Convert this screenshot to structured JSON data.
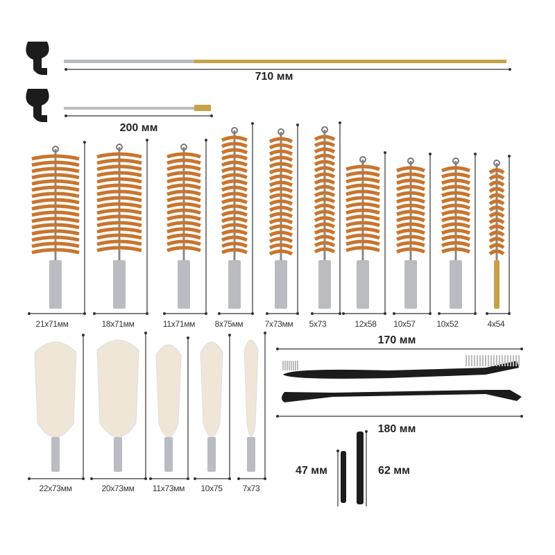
{
  "rods": [
    {
      "label": "710 мм"
    },
    {
      "label": "200 мм"
    }
  ],
  "bronze_brushes": [
    {
      "label": "21x71мм"
    },
    {
      "label": "18x71мм"
    },
    {
      "label": "11x71мм"
    },
    {
      "label": "8x75мм"
    },
    {
      "label": "7x73мм"
    },
    {
      "label": "5x73"
    },
    {
      "label": "12x58"
    },
    {
      "label": "10x57"
    },
    {
      "label": "10x52"
    },
    {
      "label": "4x54"
    }
  ],
  "cotton_mops": [
    {
      "label": "22x73мм"
    },
    {
      "label": "20x73мм"
    },
    {
      "label": "11x73мм"
    },
    {
      "label": "10x75"
    },
    {
      "label": "7x73"
    }
  ],
  "tools": {
    "nylon_brush_label": "170 мм",
    "pick_label": "180 мм",
    "adapter_short_label": "47 мм",
    "adapter_long_label": "62 мм"
  },
  "colors": {
    "bronze": "#c8752f",
    "cotton": "#efe6d8",
    "steel": "#b9bcc0",
    "black": "#1c1c1c",
    "brass": "#c9a046"
  }
}
